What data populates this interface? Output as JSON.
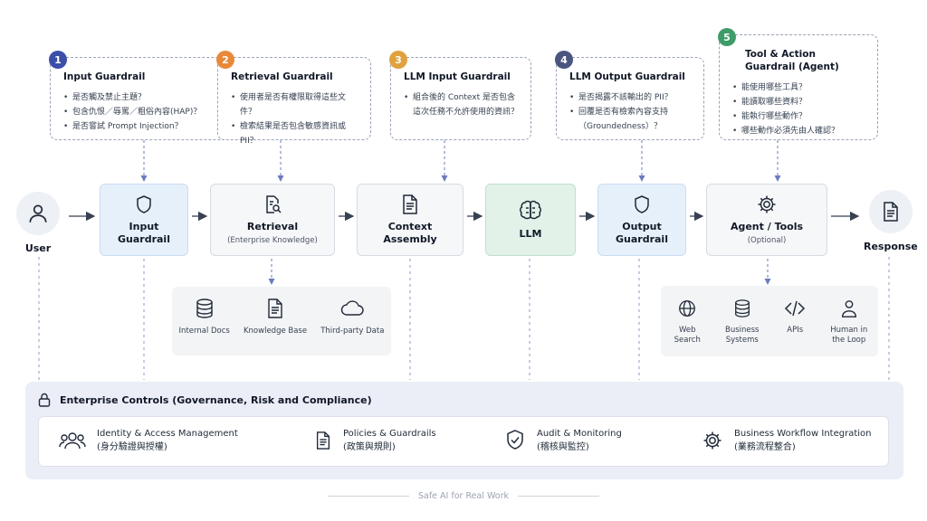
{
  "callouts": [
    {
      "num": "1",
      "title": "Input Guardrail",
      "color": "#3b4fa8",
      "items": [
        "是否觸及禁止主題？",
        "包含仇恨／辱罵／粗俗內容(HAP)？",
        "是否嘗試 Prompt Injection？"
      ]
    },
    {
      "num": "2",
      "title": "Retrieval Guardrail",
      "color": "#e8893a",
      "items": [
        "使用者是否有權限取得這些文件？",
        "檢索結果是否包含敏感資訊或 PII？"
      ]
    },
    {
      "num": "3",
      "title": "LLM Input Guardrail",
      "color": "#e0a23e",
      "items": [
        "組合後的 Context 是否包含這次任務不允許使用的資訊？"
      ]
    },
    {
      "num": "4",
      "title": "LLM Output Guardrail",
      "color": "#4a5580",
      "items": [
        "是否揭露不該輸出的 PII？",
        "回覆是否有檢索內容支持（Groundedness）？"
      ]
    },
    {
      "num": "5",
      "title": "Tool & Action Guardrail (Agent)",
      "color": "#3f9c6a",
      "items": [
        "能使用哪些工具？",
        "能讀取哪些資料？",
        "能執行哪些動作？",
        "哪些動作必須先由人確認？"
      ]
    }
  ],
  "flow": {
    "user": "User",
    "response": "Response",
    "input_guardrail": "Input Guardrail",
    "retrieval": "Retrieval",
    "retrieval_sub": "(Enterprise Knowledge)",
    "context_assembly": "Context Assembly",
    "llm": "LLM",
    "output_guardrail": "Output Guardrail",
    "agent_tools": "Agent / Tools",
    "agent_tools_sub": "(Optional)"
  },
  "sources": [
    "Internal Docs",
    "Knowledge Base",
    "Third-party Data"
  ],
  "tools": [
    "Web Search",
    "Business Systems",
    "APIs",
    "Human in the Loop"
  ],
  "controls": {
    "title": "Enterprise Controls (Governance, Risk and Compliance)",
    "items": [
      {
        "en": "Identity & Access Management",
        "zh": "(身分驗證與授權)"
      },
      {
        "en": "Policies & Guardrails",
        "zh": "(政策與規則)"
      },
      {
        "en": "Audit & Monitoring",
        "zh": "(稽核與監控)"
      },
      {
        "en": "Business Workflow Integration",
        "zh": "(業務流程整合)"
      }
    ]
  },
  "footer": "Safe AI for Real Work"
}
